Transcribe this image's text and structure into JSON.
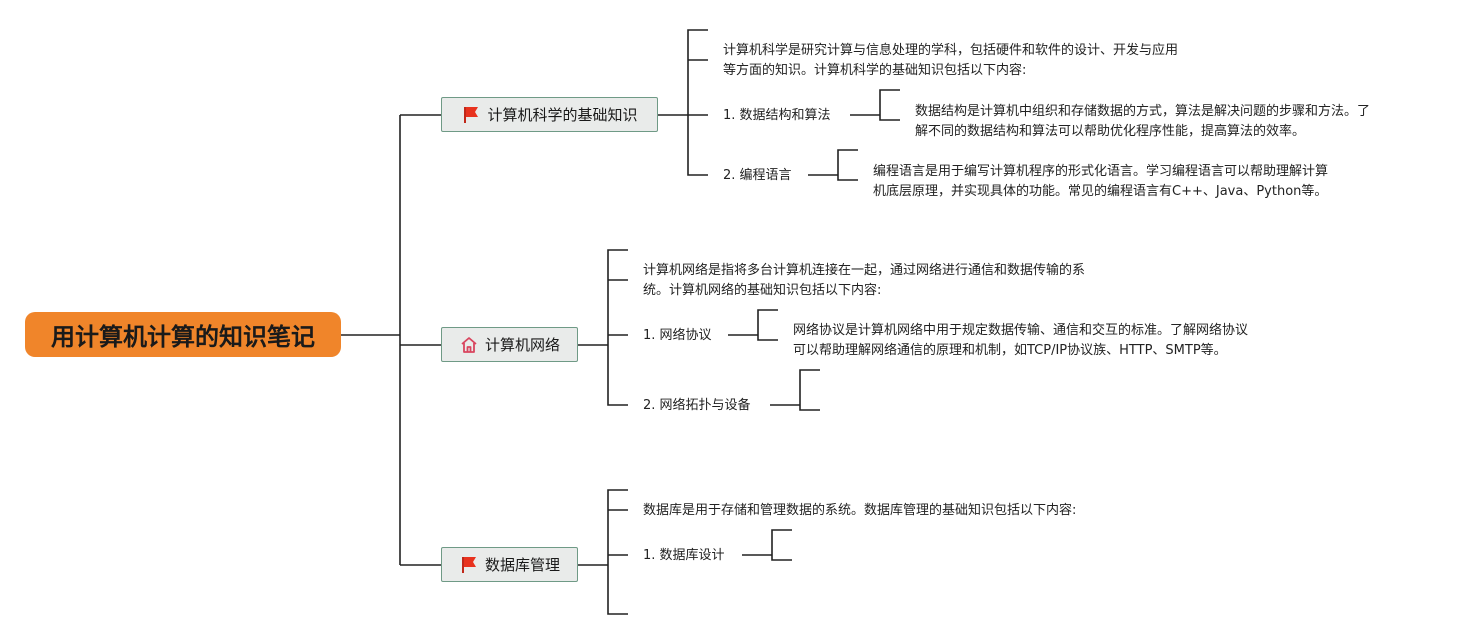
{
  "root": {
    "label": "用计算机计算的知识笔记",
    "color": "#f0852a"
  },
  "topics": [
    {
      "label": "计算机科学的基础知识",
      "icon": "red-flag-icon",
      "intro_lines": [
        "计算机科学是研究计算与信息处理的学科，包括硬件和软件的设计、开发与应用",
        "等方面的知识。计算机科学的基础知识包括以下内容:"
      ],
      "subs": [
        {
          "label": "1. 数据结构和算法",
          "desc_lines": [
            "数据结构是计算机中组织和存储数据的方式，算法是解决问题的步骤和方法。了",
            "解不同的数据结构和算法可以帮助优化程序性能，提高算法的效率。"
          ]
        },
        {
          "label": "2. 编程语言",
          "desc_lines": [
            "编程语言是用于编写计算机程序的形式化语言。学习编程语言可以帮助理解计算",
            "机底层原理，并实现具体的功能。常见的编程语言有C++、Java、Python等。"
          ]
        }
      ]
    },
    {
      "label": "计算机网络",
      "icon": "home-icon",
      "intro_lines": [
        "计算机网络是指将多台计算机连接在一起，通过网络进行通信和数据传输的系",
        "统。计算机网络的基础知识包括以下内容:"
      ],
      "subs": [
        {
          "label": "1. 网络协议",
          "desc_lines": [
            "网络协议是计算机网络中用于规定数据传输、通信和交互的标准。了解网络协议",
            "可以帮助理解网络通信的原理和机制，如TCP/IP协议族、HTTP、SMTP等。"
          ]
        },
        {
          "label": "2. 网络拓扑与设备",
          "desc_lines": []
        }
      ]
    },
    {
      "label": "数据库管理",
      "icon": "red-flag-icon",
      "intro_lines": [
        "数据库是用于存储和管理数据的系统。数据库管理的基础知识包括以下内容:"
      ],
      "subs": [
        {
          "label": "1. 数据库设计",
          "desc_lines": []
        }
      ]
    }
  ],
  "colors": {
    "line": "#222222",
    "topic_fill": "#e9ebea",
    "topic_border": "#6f9a86",
    "flag": "#e8321e",
    "home": "#d9455f"
  }
}
